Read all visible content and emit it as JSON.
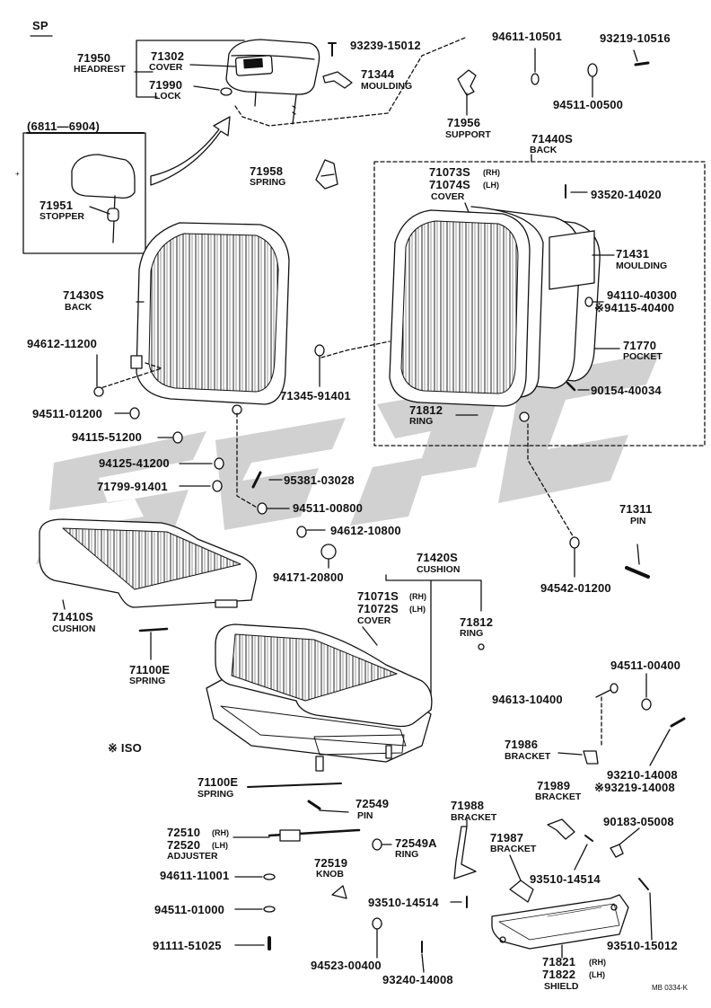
{
  "header": {
    "section": "SP",
    "iso_note": "※ ISO",
    "ref_code": "MB 0334-K"
  },
  "inset": {
    "range": "(6811—6904)"
  },
  "parts": {
    "p71950": {
      "no": "71950",
      "name": "HEADREST"
    },
    "p71302": {
      "no": "71302",
      "name": "COVER"
    },
    "p71990": {
      "no": "71990",
      "name": "LOCK"
    },
    "p93239_15012": {
      "no": "93239-15012"
    },
    "p71344": {
      "no": "71344",
      "name": "MOULDING"
    },
    "p94611_10501": {
      "no": "94611-10501"
    },
    "p93219_10516": {
      "no": "93219-10516"
    },
    "p94511_00500": {
      "no": "94511-00500"
    },
    "p71956": {
      "no": "71956",
      "name": "SUPPORT"
    },
    "p71951": {
      "no": "71951",
      "name": "STOPPER"
    },
    "p71958": {
      "no": "71958",
      "name": "SPRING"
    },
    "p71440S": {
      "no": "71440S",
      "name": "BACK"
    },
    "p71073S": {
      "no": "71073S",
      "sfx": "(RH)"
    },
    "p71074S": {
      "no": "71074S",
      "sfx": "(LH)",
      "name": "COVER"
    },
    "p93520_14020": {
      "no": "93520-14020"
    },
    "p71431": {
      "no": "71431",
      "name": "MOULDING"
    },
    "p94110_40300": {
      "no": "94110-40300"
    },
    "p94115_40400": {
      "no": "※94115-40400"
    },
    "p71770": {
      "no": "71770",
      "name": "POCKET"
    },
    "p90154_40034": {
      "no": "90154-40034"
    },
    "p71812a": {
      "no": "71812",
      "name": "RING"
    },
    "p71430S": {
      "no": "71430S",
      "name": "BACK"
    },
    "p94612_11200": {
      "no": "94612-11200"
    },
    "p94511_01200": {
      "no": "94511-01200"
    },
    "p94115_51200": {
      "no": "94115-51200"
    },
    "p71345_91401": {
      "no": "71345-91401"
    },
    "p94125_41200": {
      "no": "94125-41200"
    },
    "p95381_03028": {
      "no": "95381-03028"
    },
    "p71799_91401": {
      "no": "71799-91401"
    },
    "p94511_00800": {
      "no": "94511-00800"
    },
    "p94612_10800": {
      "no": "94612-10800"
    },
    "p94171_20800": {
      "no": "94171-20800"
    },
    "p71311": {
      "no": "71311",
      "name": "PIN"
    },
    "p94542_01200": {
      "no": "94542-01200"
    },
    "p71410S": {
      "no": "71410S",
      "name": "CUSHION"
    },
    "p71420S": {
      "no": "71420S",
      "name": "CUSHION"
    },
    "p71071S": {
      "no": "71071S",
      "sfx": "(RH)"
    },
    "p71072S": {
      "no": "71072S",
      "sfx": "(LH)",
      "name": "COVER"
    },
    "p71812b": {
      "no": "71812",
      "name": "RING"
    },
    "p71100Ea": {
      "no": "71100E",
      "name": "SPRING"
    },
    "p94511_00400": {
      "no": "94511-00400"
    },
    "p94613_10400": {
      "no": "94613-10400"
    },
    "p71986": {
      "no": "71986",
      "name": "BRACKET"
    },
    "p93210_14008": {
      "no": "93210-14008"
    },
    "p93219_14008": {
      "no": "※93219-14008"
    },
    "p71100Eb": {
      "no": "71100E",
      "name": "SPRING"
    },
    "p72549": {
      "no": "72549",
      "name": "PIN"
    },
    "p71988": {
      "no": "71988",
      "name": "BRACKET"
    },
    "p71989": {
      "no": "71989",
      "name": "BRACKET"
    },
    "p90183_05008": {
      "no": "90183-05008"
    },
    "p72510": {
      "no": "72510",
      "sfx": "(RH)"
    },
    "p72520": {
      "no": "72520",
      "sfx": "(LH)",
      "name": "ADJUSTER"
    },
    "p72549A": {
      "no": "72549A",
      "name": "RING"
    },
    "p71987": {
      "no": "71987",
      "name": "BRACKET"
    },
    "p93510_14514a": {
      "no": "93510-14514"
    },
    "p94611_11001": {
      "no": "94611-11001"
    },
    "p72519": {
      "no": "72519",
      "name": "KNOB"
    },
    "p93510_14514b": {
      "no": "93510-14514"
    },
    "p94511_01000": {
      "no": "94511-01000"
    },
    "p93510_15012": {
      "no": "93510-15012"
    },
    "p91111_51025": {
      "no": "91111-51025"
    },
    "p94523_00400": {
      "no": "94523-00400"
    },
    "p93240_14008": {
      "no": "93240-14008"
    },
    "p71821": {
      "no": "71821",
      "sfx": "(RH)"
    },
    "p71822": {
      "no": "71822",
      "sfx": "(LH)",
      "name": "SHIELD"
    }
  }
}
